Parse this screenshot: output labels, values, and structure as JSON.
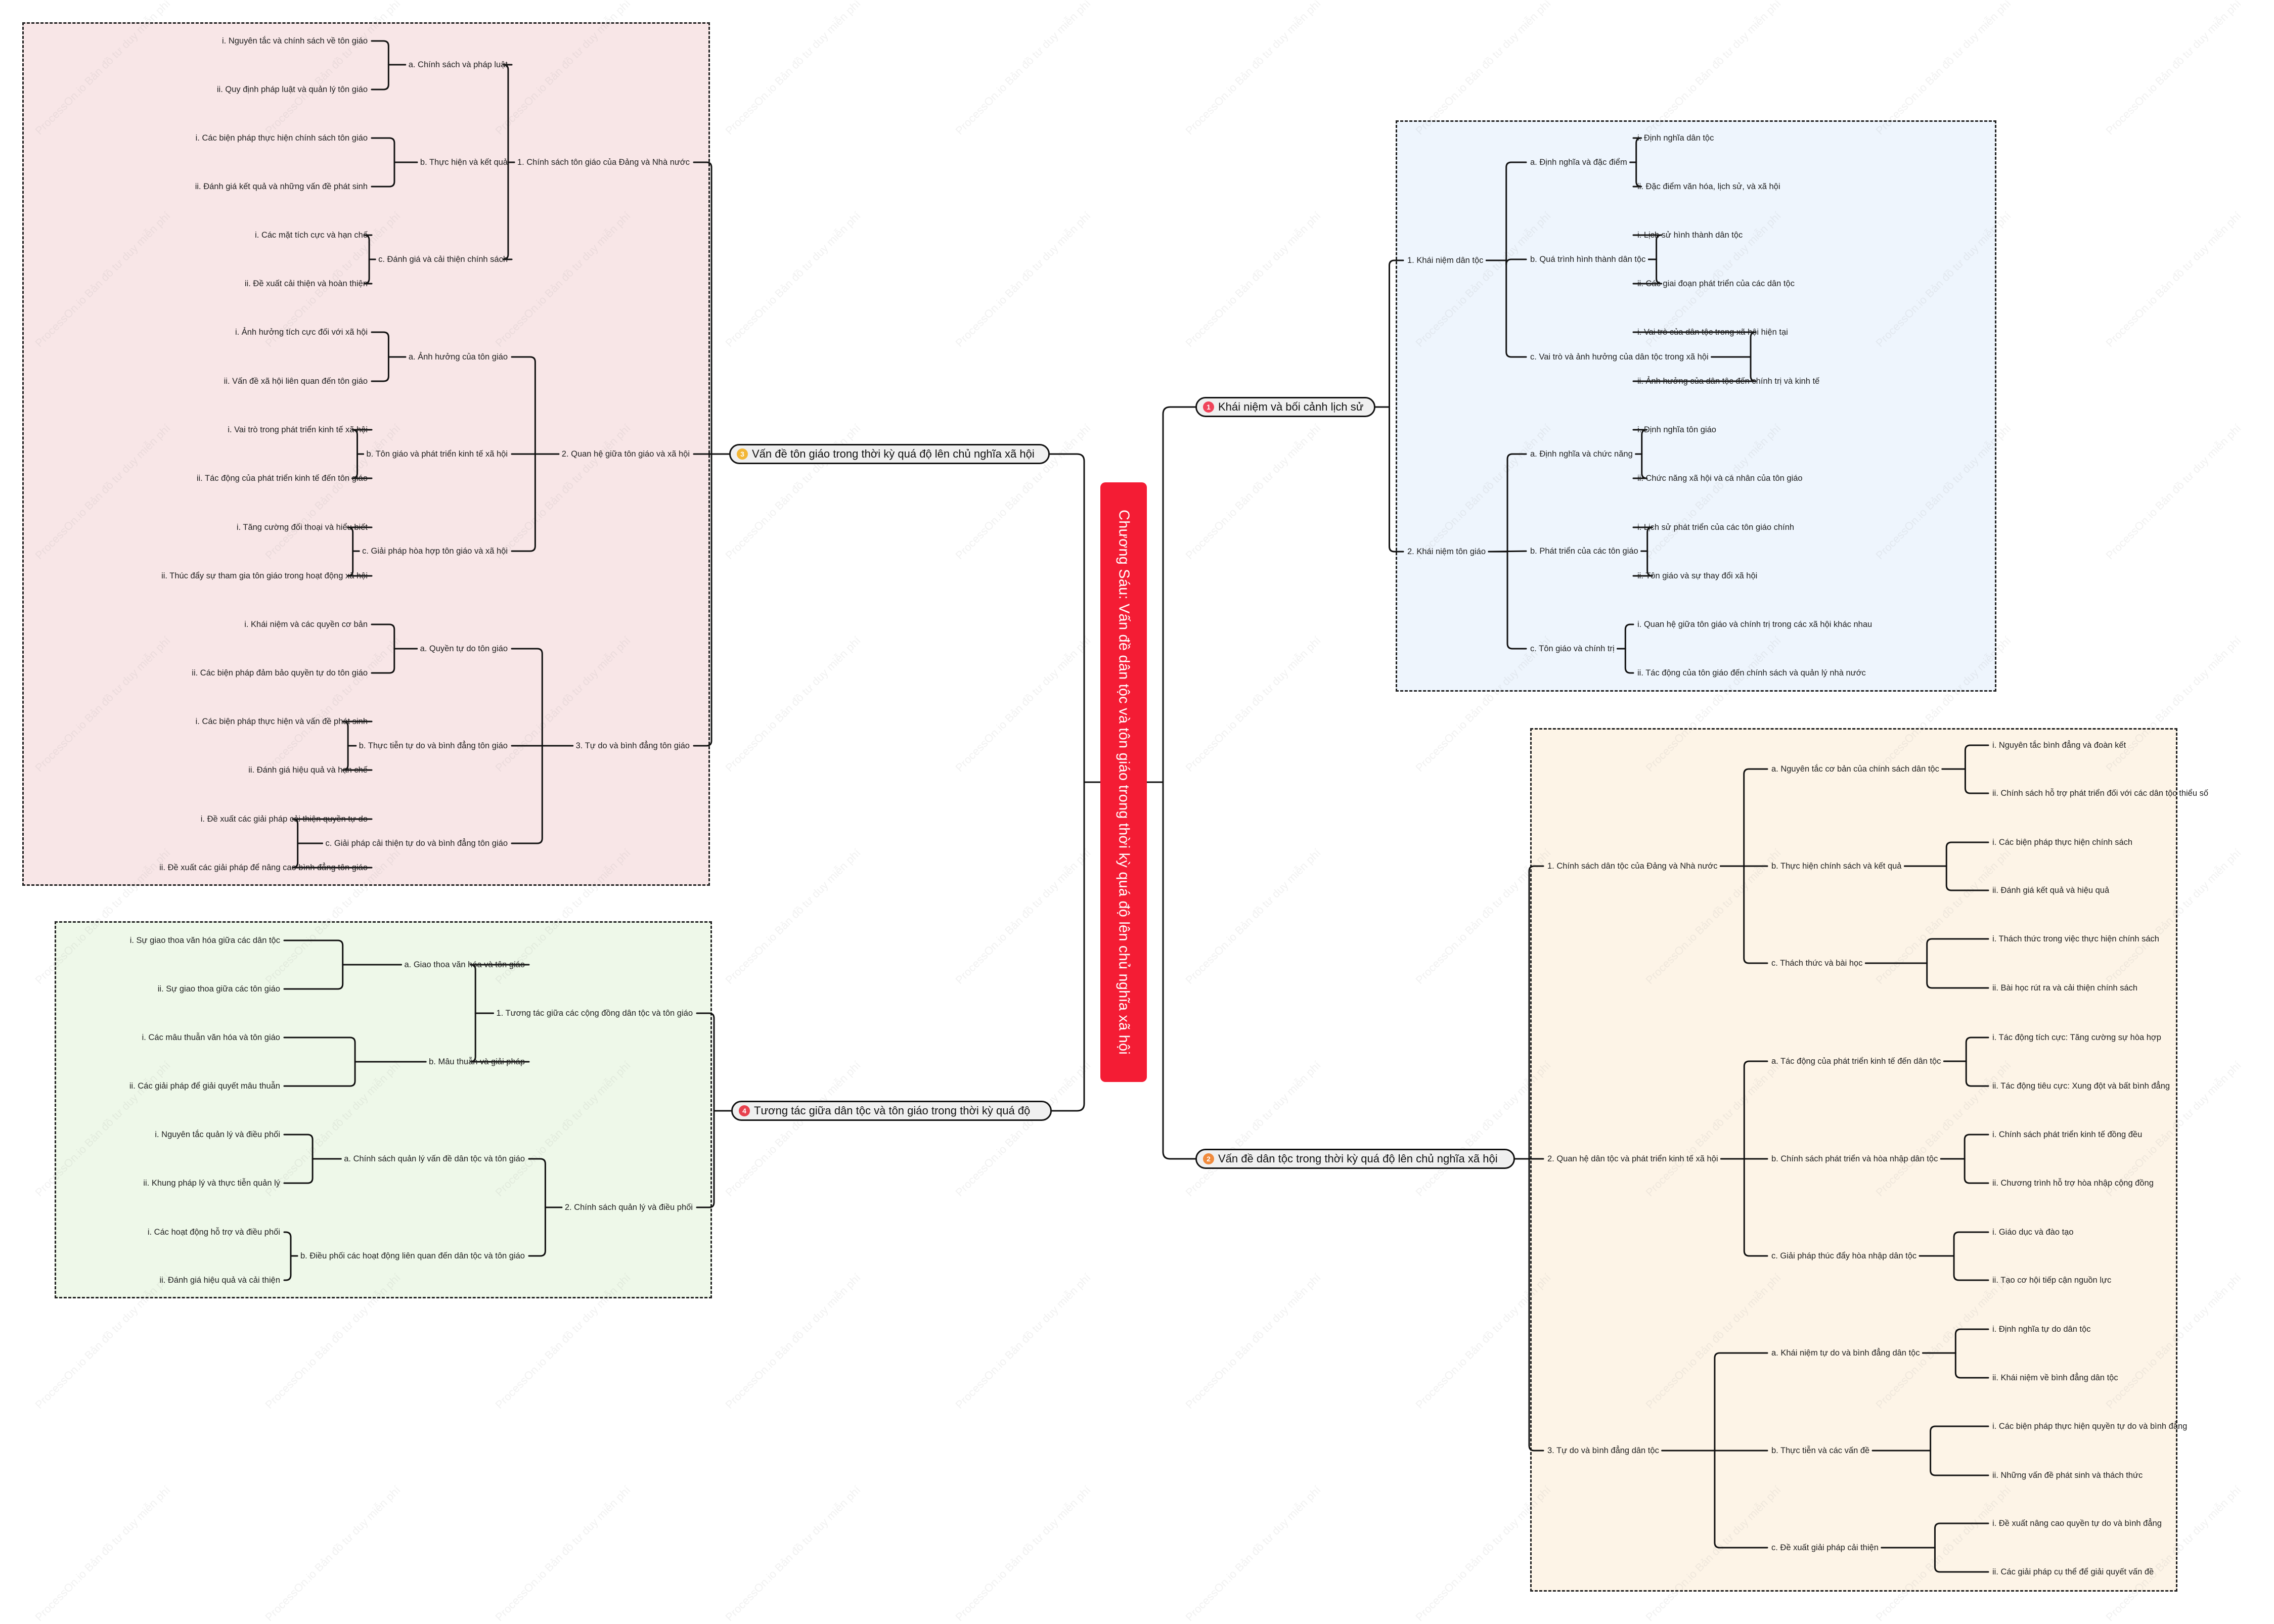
{
  "root": {
    "title": "Chương Sáu: Vấn đề dân tộc và tôn giáo trong thời kỳ quá độ lên chủ nghĩa xã hội",
    "color": "#f41c34"
  },
  "watermark": "ProcessOn.io Bản đồ tư duy miễn phí",
  "branches": [
    {
      "id": "b1",
      "badge": "1",
      "badge_color": "#f0445a",
      "title": "Khái niệm và bối cảnh lịch sử",
      "children": [
        {
          "title": "1. Khái niệm dân tộc",
          "children": [
            {
              "title": "a. Định nghĩa và đặc điểm",
              "children": [
                "i. Định nghĩa dân tộc",
                "ii. Đặc điểm văn hóa, lịch sử, và xã hội"
              ]
            },
            {
              "title": "b. Quá trình hình thành dân tộc",
              "children": [
                "i. Lịch sử hình thành dân tộc",
                "ii. Các giai đoạn phát triển của các dân tộc"
              ]
            },
            {
              "title": "c. Vai trò và ảnh hưởng của dân tộc trong xã hội",
              "children": [
                "i. Vai trò của dân tộc trong xã hội hiện tại",
                "ii. Ảnh hưởng của dân tộc đến chính trị và kinh tế"
              ]
            }
          ]
        },
        {
          "title": "2. Khái niệm tôn giáo",
          "children": [
            {
              "title": "a. Định nghĩa và chức năng",
              "children": [
                "i. Định nghĩa tôn giáo",
                "ii. Chức năng xã hội và cá nhân của tôn giáo"
              ]
            },
            {
              "title": "b. Phát triển của các tôn giáo",
              "children": [
                "i. Lịch sử phát triển của các tôn giáo chính",
                "ii. Tôn giáo và sự thay đổi xã hội"
              ]
            },
            {
              "title": "c. Tôn giáo và chính trị",
              "children": [
                "i. Quan hệ giữa tôn giáo và chính trị trong các xã hội khác nhau",
                "ii. Tác động của tôn giáo đến chính sách và quản lý nhà nước"
              ]
            }
          ]
        }
      ]
    },
    {
      "id": "b2",
      "badge": "2",
      "badge_color": "#f08a3c",
      "title": "Vấn đề dân tộc trong thời kỳ quá độ lên chủ nghĩa xã hội",
      "children": [
        {
          "title": "1. Chính sách dân tộc của Đảng và Nhà nước",
          "children": [
            {
              "title": "a. Nguyên tắc cơ bản của chính sách dân tộc",
              "children": [
                "i. Nguyên tắc bình đẳng và đoàn kết",
                "ii. Chính sách hỗ trợ phát triển đối với các dân tộc thiểu số"
              ]
            },
            {
              "title": "b. Thực hiện chính sách và kết quả",
              "children": [
                "i. Các biện pháp thực hiện chính sách",
                "ii. Đánh giá kết quả và hiệu quả"
              ]
            },
            {
              "title": "c. Thách thức và bài học",
              "children": [
                "i. Thách thức trong việc thực hiện chính sách",
                "ii. Bài học rút ra và cải thiện chính sách"
              ]
            }
          ]
        },
        {
          "title": "2. Quan hệ dân tộc và phát triển kinh tế xã hội",
          "children": [
            {
              "title": "a. Tác động của phát triển kinh tế đến dân tộc",
              "children": [
                "i. Tác động tích cực: Tăng cường sự hòa hợp",
                "ii. Tác động tiêu cực: Xung đột và bất bình đẳng"
              ]
            },
            {
              "title": "b. Chính sách phát triển và hòa nhập dân tộc",
              "children": [
                "i. Chính sách phát triển kinh tế đồng đều",
                "ii. Chương trình hỗ trợ hòa nhập cộng đồng"
              ]
            },
            {
              "title": "c. Giải pháp thúc đẩy hòa nhập dân tộc",
              "children": [
                "i. Giáo dục và đào tạo",
                "ii. Tạo cơ hội tiếp cận nguồn lực"
              ]
            }
          ]
        },
        {
          "title": "3. Tự do và bình đẳng dân tộc",
          "children": [
            {
              "title": "a. Khái niệm tự do và bình đẳng dân tộc",
              "children": [
                "i. Định nghĩa tự do dân tộc",
                "ii. Khái niệm về bình đẳng dân tộc"
              ]
            },
            {
              "title": "b. Thực tiễn và các vấn đề",
              "children": [
                "i. Các biện pháp thực hiện quyền tự do và bình đẳng",
                "ii. Những vấn đề phát sinh và thách thức"
              ]
            },
            {
              "title": "c. Đề xuất giải pháp cải thiện",
              "children": [
                "i. Đề xuất nâng cao quyền tự do và bình đẳng",
                "ii. Các giải pháp cụ thể để giải quyết vấn đề"
              ]
            }
          ]
        }
      ]
    },
    {
      "id": "b3",
      "badge": "3",
      "badge_color": "#f2b636",
      "title": "Vấn đề tôn giáo trong thời kỳ quá độ lên chủ nghĩa xã hội",
      "children": [
        {
          "title": "1. Chính sách tôn giáo của Đảng và Nhà nước",
          "children": [
            {
              "title": "a. Chính sách và pháp luật",
              "children": [
                "i. Nguyên tắc và chính sách về tôn giáo",
                "ii. Quy định pháp luật và quản lý tôn giáo"
              ]
            },
            {
              "title": "b. Thực hiện và kết quả",
              "children": [
                "i. Các biện pháp thực hiện chính sách tôn giáo",
                "ii. Đánh giá kết quả và những vấn đề phát sinh"
              ]
            },
            {
              "title": "c. Đánh giá và cải thiện chính sách",
              "children": [
                "i. Các mặt tích cực và hạn chế",
                "ii. Đề xuất cải thiện và hoàn thiện"
              ]
            }
          ]
        },
        {
          "title": "2. Quan hệ giữa tôn giáo và xã hội",
          "children": [
            {
              "title": "a. Ảnh hưởng của tôn giáo",
              "children": [
                "i. Ảnh hưởng tích cực đối với xã hội",
                "ii. Vấn đề xã hội liên quan đến tôn giáo"
              ]
            },
            {
              "title": "b. Tôn giáo và phát triển kinh tế xã hội",
              "children": [
                "i. Vai trò trong phát triển kinh tế xã hội",
                "ii. Tác động của phát triển kinh tế đến tôn giáo"
              ]
            },
            {
              "title": "c. Giải pháp hòa hợp tôn giáo và xã hội",
              "children": [
                "i. Tăng cường đối thoại và hiểu biết",
                "ii. Thúc đẩy sự tham gia tôn giáo trong hoạt động xã hội"
              ]
            }
          ]
        },
        {
          "title": "3. Tự do và bình đẳng tôn giáo",
          "children": [
            {
              "title": "a. Quyền tự do tôn giáo",
              "children": [
                "i. Khái niệm và các quyền cơ bản",
                "ii. Các biện pháp đảm bảo quyền tự do tôn giáo"
              ]
            },
            {
              "title": "b. Thực tiễn tự do và bình đẳng tôn giáo",
              "children": [
                "i. Các biện pháp thực hiện và vấn đề phát sinh",
                "ii. Đánh giá hiệu quả và hạn chế"
              ]
            },
            {
              "title": "c. Giải pháp cải thiện tự do và bình đẳng tôn giáo",
              "children": [
                "i. Đề xuất các giải pháp cải thiện quyền tự do",
                "ii. Đề xuất các giải pháp để nâng cao bình đẳng tôn giáo"
              ]
            }
          ]
        }
      ]
    },
    {
      "id": "b4",
      "badge": "4",
      "badge_color": "#e8414e",
      "title": "Tương tác giữa dân tộc và tôn giáo trong thời kỳ quá độ",
      "children": [
        {
          "title": "1. Tương tác giữa các cộng đồng dân tộc và tôn giáo",
          "children": [
            {
              "title": "a. Giao thoa văn hóa và tôn giáo",
              "children": [
                "i. Sự giao thoa văn hóa giữa các dân tộc",
                "ii. Sự giao thoa giữa các tôn giáo"
              ]
            },
            {
              "title": "b. Mâu thuẫn và giải pháp",
              "children": [
                "i. Các mâu thuẫn văn hóa và tôn giáo",
                "ii. Các giải pháp để giải quyết mâu thuẫn"
              ]
            }
          ]
        },
        {
          "title": "2. Chính sách quản lý và điều phối",
          "children": [
            {
              "title": "a. Chính sách quản lý vấn đề dân tộc và tôn giáo",
              "children": [
                "i. Nguyên tắc quản lý và điều phối",
                "ii. Khung pháp lý và thực tiễn quản lý"
              ]
            },
            {
              "title": "b. Điều phối các hoạt động liên quan đến dân tộc và tôn giáo",
              "children": [
                "i. Các hoạt động hỗ trợ và điều phối",
                "ii. Đánh giá hiệu quả và cải thiện"
              ]
            }
          ]
        }
      ]
    }
  ]
}
